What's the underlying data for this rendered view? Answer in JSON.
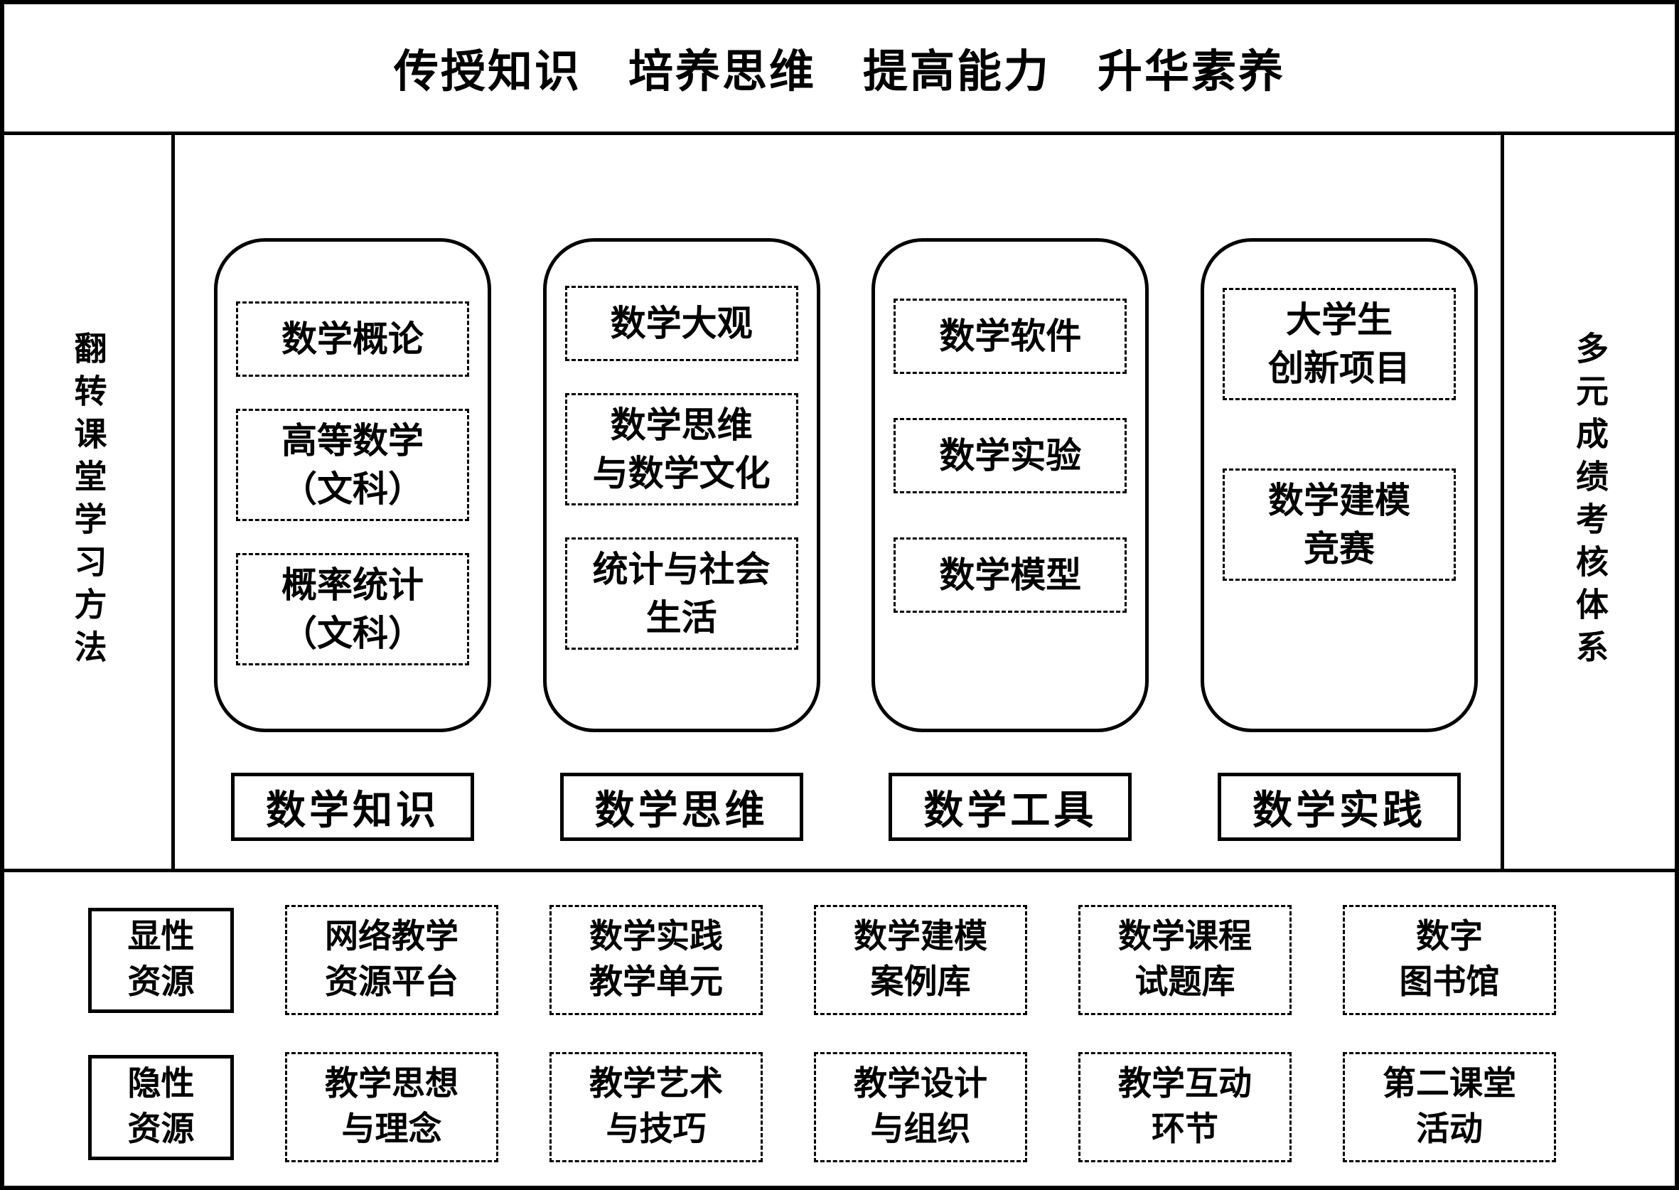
{
  "title": "传授知识　培养思维　提高能力　升华素养",
  "left_sidebar": {
    "label": "翻转课堂学习方法"
  },
  "right_sidebar": {
    "label": "多元成绩考核体系"
  },
  "columns": [
    {
      "label": "数学知识",
      "items": [
        "数学概论",
        "高等数学\n（文科）",
        "概率统计\n（文科）"
      ]
    },
    {
      "label": "数学思维",
      "items": [
        "数学大观",
        "数学思维\n与数学文化",
        "统计与社会\n生活"
      ]
    },
    {
      "label": "数学工具",
      "items": [
        "数学软件",
        "数学实验",
        "数学模型"
      ]
    },
    {
      "label": "数学实践",
      "items": [
        "大学生\n创新项目",
        "数学建模\n竞赛"
      ]
    }
  ],
  "resources": [
    {
      "label": "显性\n资源",
      "items": [
        "网络教学\n资源平台",
        "数学实践\n教学单元",
        "数学建模\n案例库",
        "数学课程\n试题库",
        "数字\n图书馆"
      ]
    },
    {
      "label": "隐性\n资源",
      "items": [
        "教学思想\n与理念",
        "教学艺术\n与技巧",
        "教学设计\n与组织",
        "教学互动\n环节",
        "第二课堂\n活动"
      ]
    }
  ],
  "colors": {
    "line": "#000000",
    "background": "#ffffff",
    "text": "#000000"
  }
}
